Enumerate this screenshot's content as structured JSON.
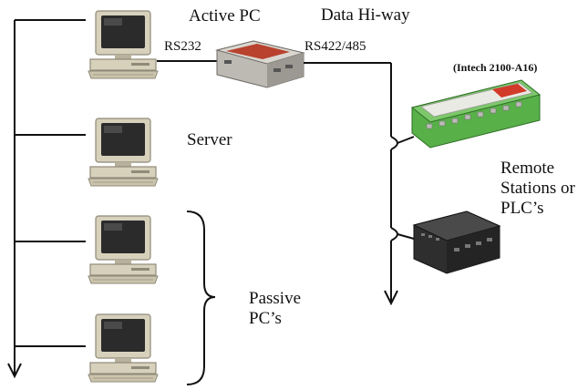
{
  "labels": {
    "active_pc": "Active PC",
    "data_hiway": "Data Hi-way",
    "rs232": "RS232",
    "rs422_485": "RS422/485",
    "intech_model": "(Intech 2100-A16)",
    "server": "Server",
    "remote_stations": [
      "Remote",
      "Stations or",
      "PLC’s"
    ],
    "passive_pcs": [
      "Passive",
      "PC’s"
    ]
  },
  "colors": {
    "line": "#111111",
    "pc_beige": "#d7d1bc",
    "pc_shadow": "#8f8a78",
    "screen": "#2b2b2b",
    "converter_body": "#bdbab4",
    "converter_top": "#dad7d1",
    "converter_stripe": "#b8422e",
    "io_module_green": "#58b048",
    "io_module_red": "#d23a2a",
    "plc_body": "#2e2e2e"
  },
  "icons": {
    "pc": "desktop-computer-icon",
    "converter": "serial-converter-icon",
    "io_module": "remote-io-module-icon",
    "plc": "plc-unit-icon"
  }
}
